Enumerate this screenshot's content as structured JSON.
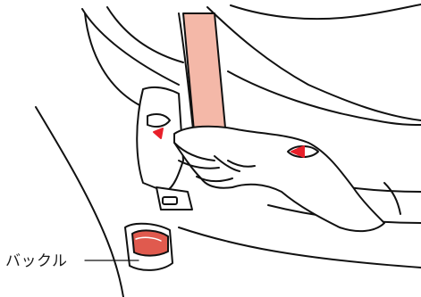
{
  "diagram": {
    "callout_label": "バックル",
    "colors": {
      "belt": "#f4b8a8",
      "buckle": "#e05a4e",
      "arrow": "#e8202a",
      "line": "#111111"
    },
    "icons": [
      "seat-belt",
      "buckle",
      "hand",
      "arrow-marker"
    ]
  }
}
